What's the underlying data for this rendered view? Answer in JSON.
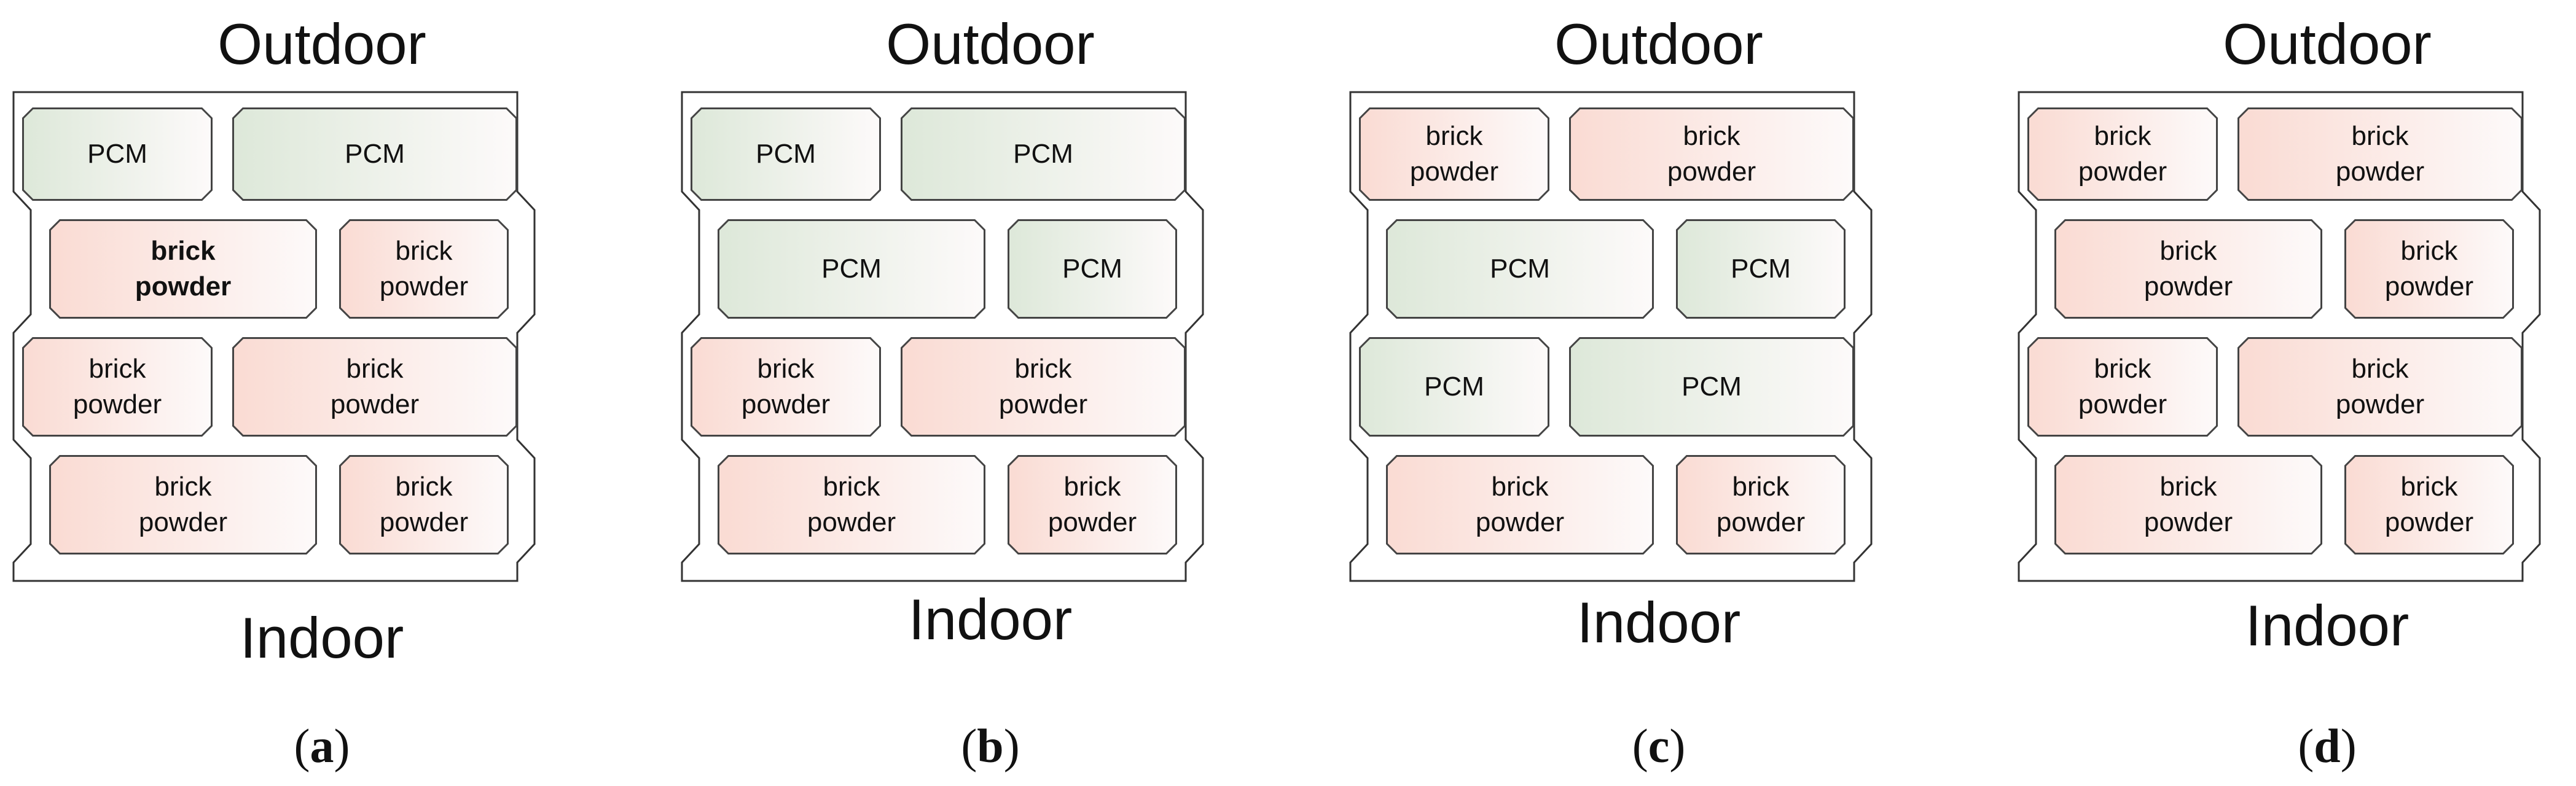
{
  "labels": {
    "outdoor": "Outdoor",
    "indoor": "Indoor"
  },
  "colors": {
    "pcm": "#dde8d9",
    "brick_powder": "#fadbd3",
    "outline": "#444444"
  },
  "panels": [
    {
      "caption": "a",
      "rows": [
        [
          {
            "material": "pcm",
            "label": "PCM"
          },
          {
            "material": "pcm",
            "label": "PCM"
          }
        ],
        [
          {
            "material": "brick_powder",
            "label": "brick\npowder",
            "bold": true
          },
          {
            "material": "brick_powder",
            "label": "brick\npowder"
          }
        ],
        [
          {
            "material": "brick_powder",
            "label": "brick\npowder"
          },
          {
            "material": "brick_powder",
            "label": "brick\npowder"
          }
        ],
        [
          {
            "material": "brick_powder",
            "label": "brick\npowder"
          },
          {
            "material": "brick_powder",
            "label": "brick\npowder"
          }
        ]
      ]
    },
    {
      "caption": "b",
      "rows": [
        [
          {
            "material": "pcm",
            "label": "PCM"
          },
          {
            "material": "pcm",
            "label": "PCM"
          }
        ],
        [
          {
            "material": "pcm",
            "label": "PCM"
          },
          {
            "material": "pcm",
            "label": "PCM"
          }
        ],
        [
          {
            "material": "brick_powder",
            "label": "brick\npowder"
          },
          {
            "material": "brick_powder",
            "label": "brick\npowder"
          }
        ],
        [
          {
            "material": "brick_powder",
            "label": "brick\npowder"
          },
          {
            "material": "brick_powder",
            "label": "brick\npowder"
          }
        ]
      ]
    },
    {
      "caption": "c",
      "rows": [
        [
          {
            "material": "brick_powder",
            "label": "brick\npowder"
          },
          {
            "material": "brick_powder",
            "label": "brick\npowder"
          }
        ],
        [
          {
            "material": "pcm",
            "label": "PCM"
          },
          {
            "material": "pcm",
            "label": "PCM"
          }
        ],
        [
          {
            "material": "pcm",
            "label": "PCM"
          },
          {
            "material": "pcm",
            "label": "PCM"
          }
        ],
        [
          {
            "material": "brick_powder",
            "label": "brick\npowder"
          },
          {
            "material": "brick_powder",
            "label": "brick\npowder"
          }
        ]
      ]
    },
    {
      "caption": "d",
      "rows": [
        [
          {
            "material": "brick_powder",
            "label": "brick\npowder"
          },
          {
            "material": "brick_powder",
            "label": "brick\npowder"
          }
        ],
        [
          {
            "material": "brick_powder",
            "label": "brick\npowder"
          },
          {
            "material": "brick_powder",
            "label": "brick\npowder"
          }
        ],
        [
          {
            "material": "brick_powder",
            "label": "brick\npowder"
          },
          {
            "material": "brick_powder",
            "label": "brick\npowder"
          }
        ],
        [
          {
            "material": "brick_powder",
            "label": "brick\npowder"
          },
          {
            "material": "brick_powder",
            "label": "brick\npowder"
          }
        ]
      ]
    }
  ]
}
